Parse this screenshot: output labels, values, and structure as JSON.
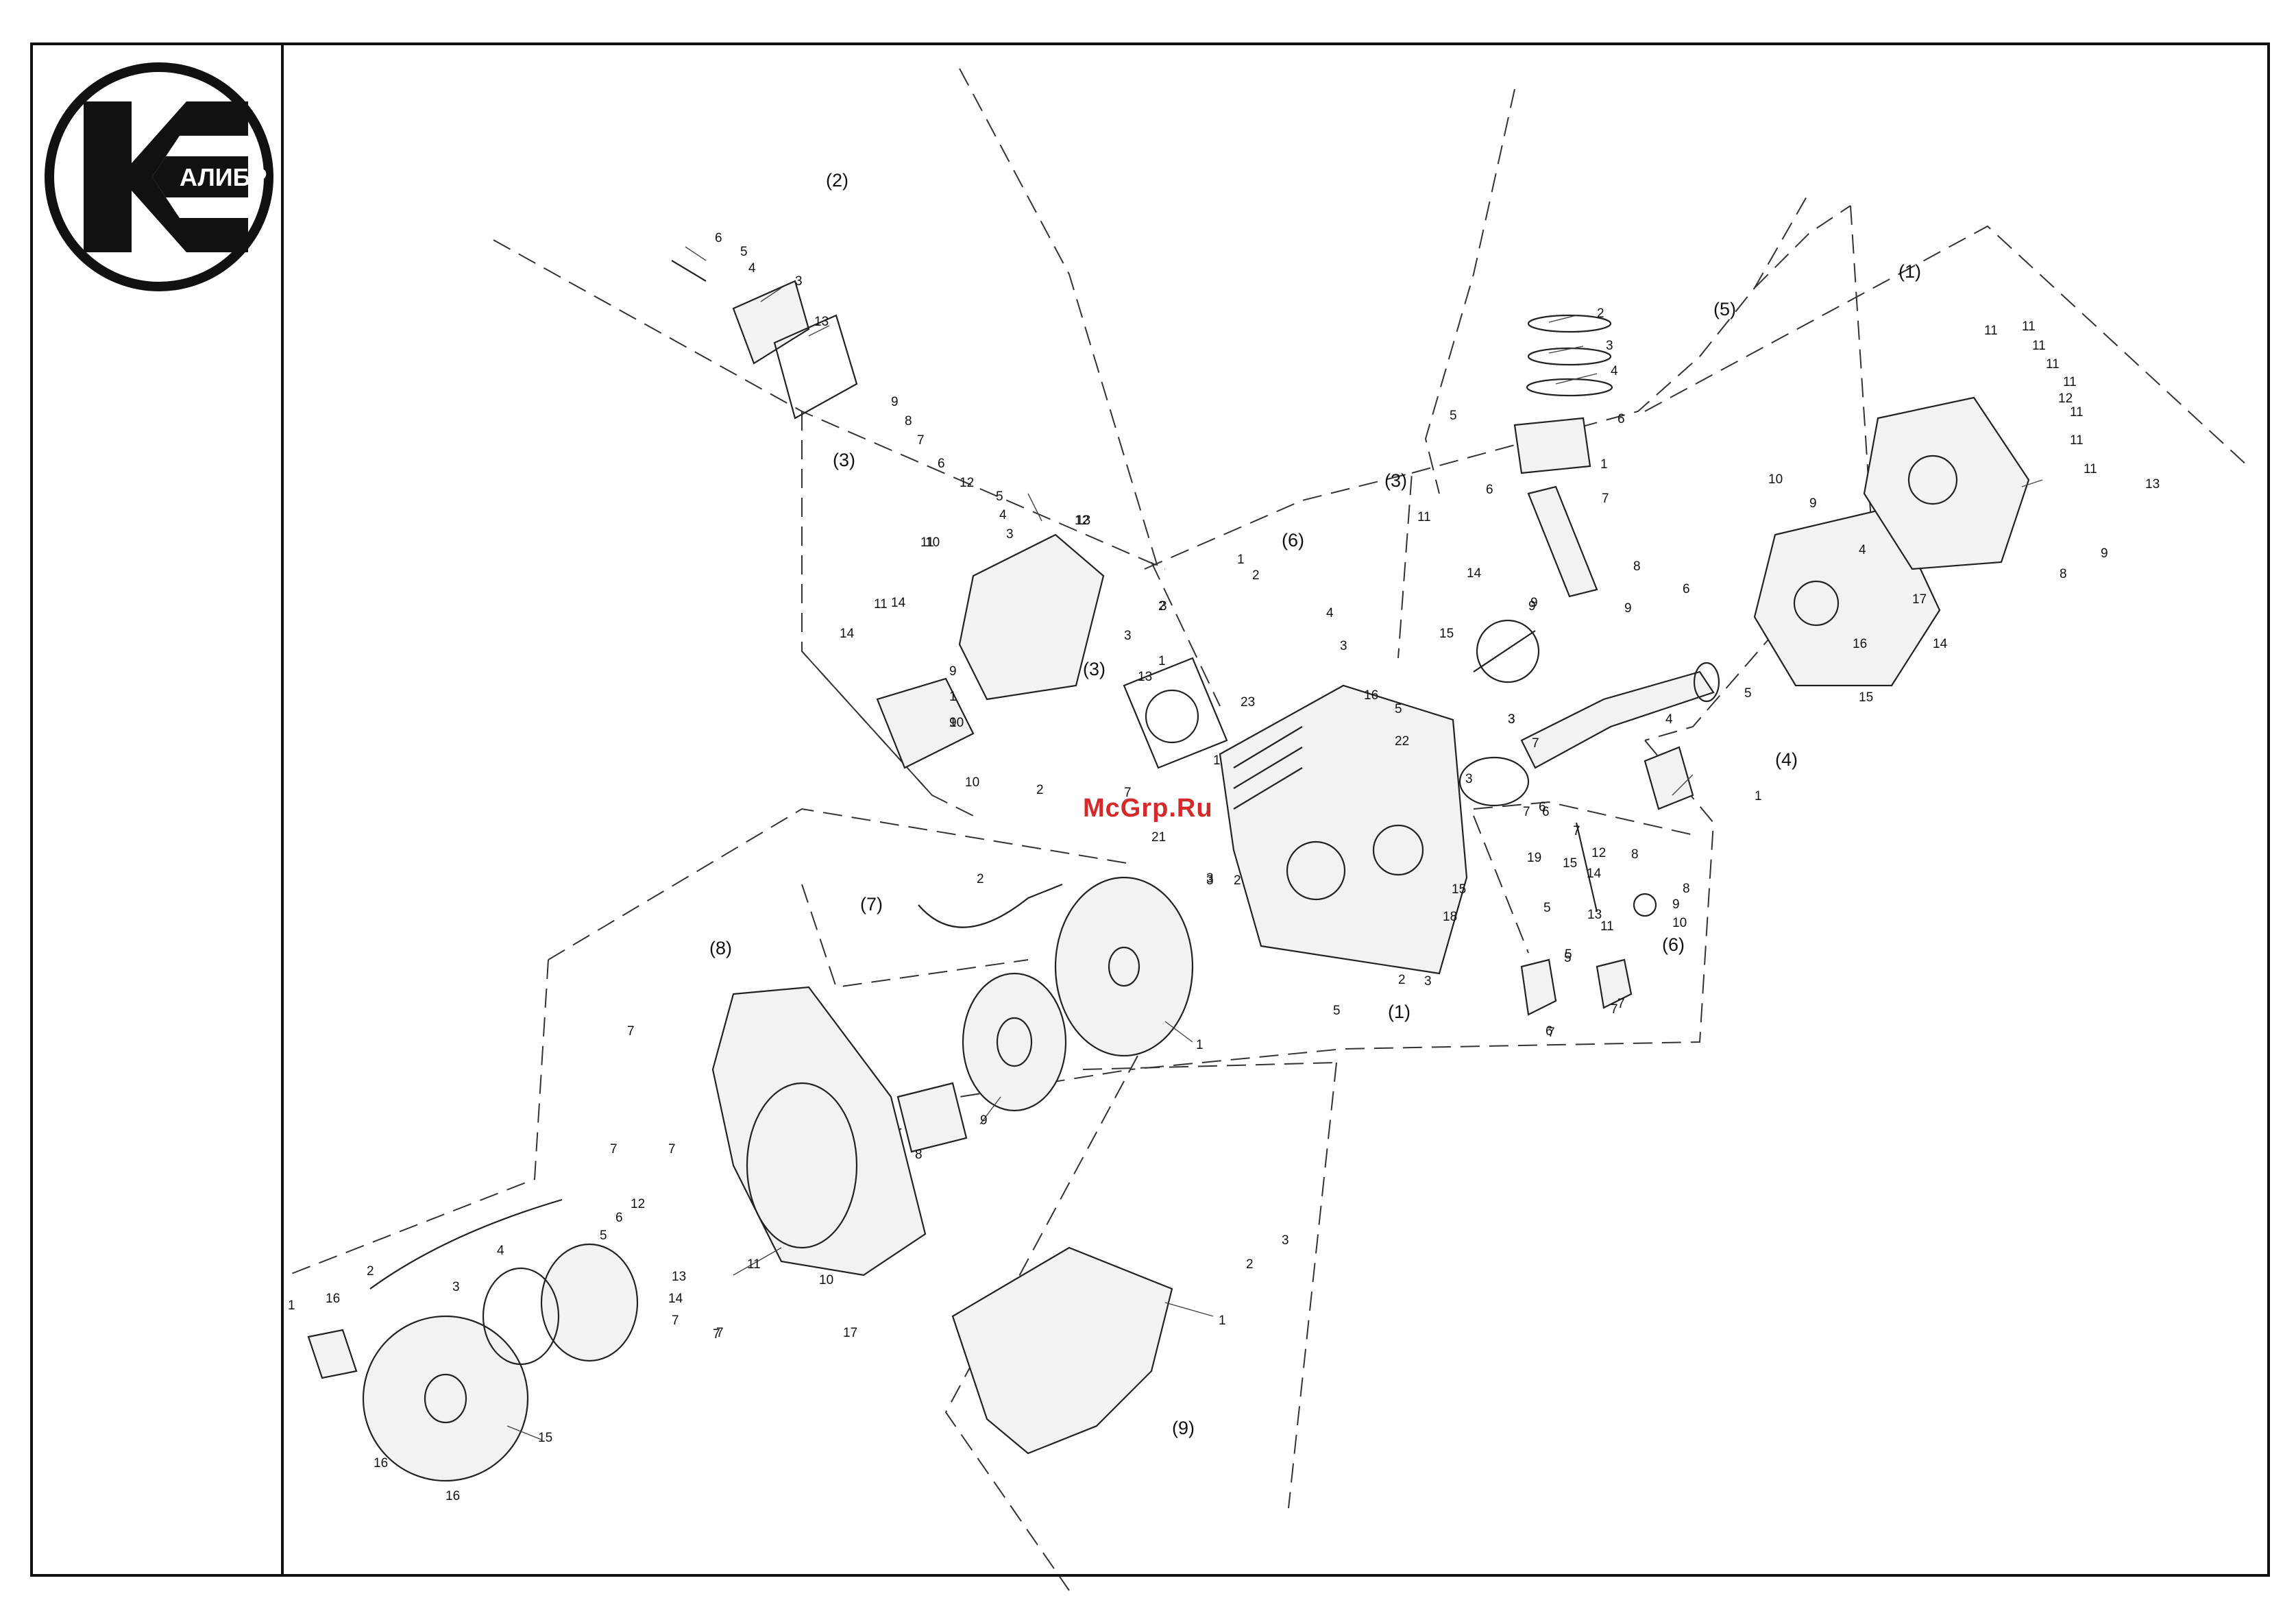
{
  "brand": {
    "logo_text": "АЛИБР"
  },
  "watermark": "McGrp.Ru",
  "groups": [
    {
      "id": "g1a",
      "label": "(1)"
    },
    {
      "id": "g1b",
      "label": "(1)"
    },
    {
      "id": "g2",
      "label": "(2)"
    },
    {
      "id": "g3a",
      "label": "(3)"
    },
    {
      "id": "g3b",
      "label": "(3)"
    },
    {
      "id": "g3c",
      "label": "(3)"
    },
    {
      "id": "g4",
      "label": "(4)"
    },
    {
      "id": "g5",
      "label": "(5)"
    },
    {
      "id": "g6a",
      "label": "(6)"
    },
    {
      "id": "g6b",
      "label": "(6)"
    },
    {
      "id": "g7",
      "label": "(7)"
    },
    {
      "id": "g8",
      "label": "(8)"
    },
    {
      "id": "g9",
      "label": "(9)"
    }
  ],
  "callouts": [
    "1",
    "2",
    "3",
    "4",
    "5",
    "6",
    "7",
    "8",
    "9",
    "10",
    "11",
    "12",
    "13",
    "14",
    "15",
    "16",
    "17",
    "18",
    "19",
    "21",
    "22",
    "23"
  ]
}
